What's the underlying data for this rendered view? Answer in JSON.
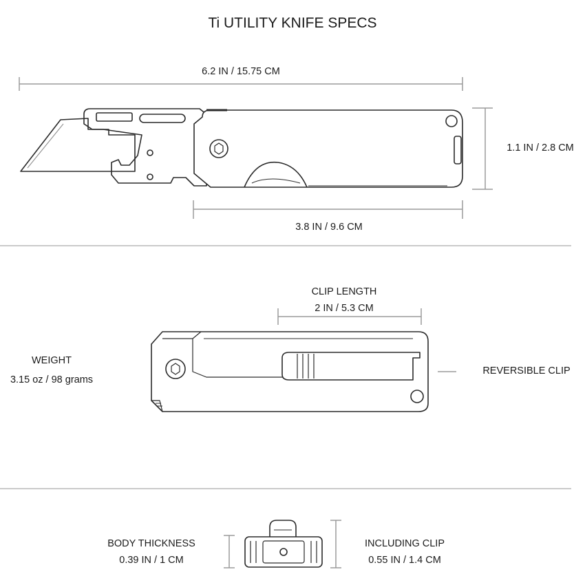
{
  "title": "Ti UTILITY KNIFE SPECS",
  "overall_length": "6.2 IN / 15.75 CM",
  "height": "1.1 IN / 2.8 CM",
  "handle_length": "3.8 IN / 9.6 CM",
  "clip_length_label": "CLIP LENGTH",
  "clip_length": "2 IN / 5.3 CM",
  "weight_label": "WEIGHT",
  "weight": "3.15 oz /  98 grams",
  "reversible_clip": "REVERSIBLE CLIP",
  "body_thickness_label": "BODY THICKNESS",
  "body_thickness": "0.39 IN / 1 CM",
  "including_clip_label": "INCLUDING CLIP",
  "including_clip": "0.55 IN / 1.4 CM",
  "colors": {
    "line": "#2a2a2a",
    "dim_line": "#9a9a9a",
    "divider": "#b8b8b8"
  }
}
